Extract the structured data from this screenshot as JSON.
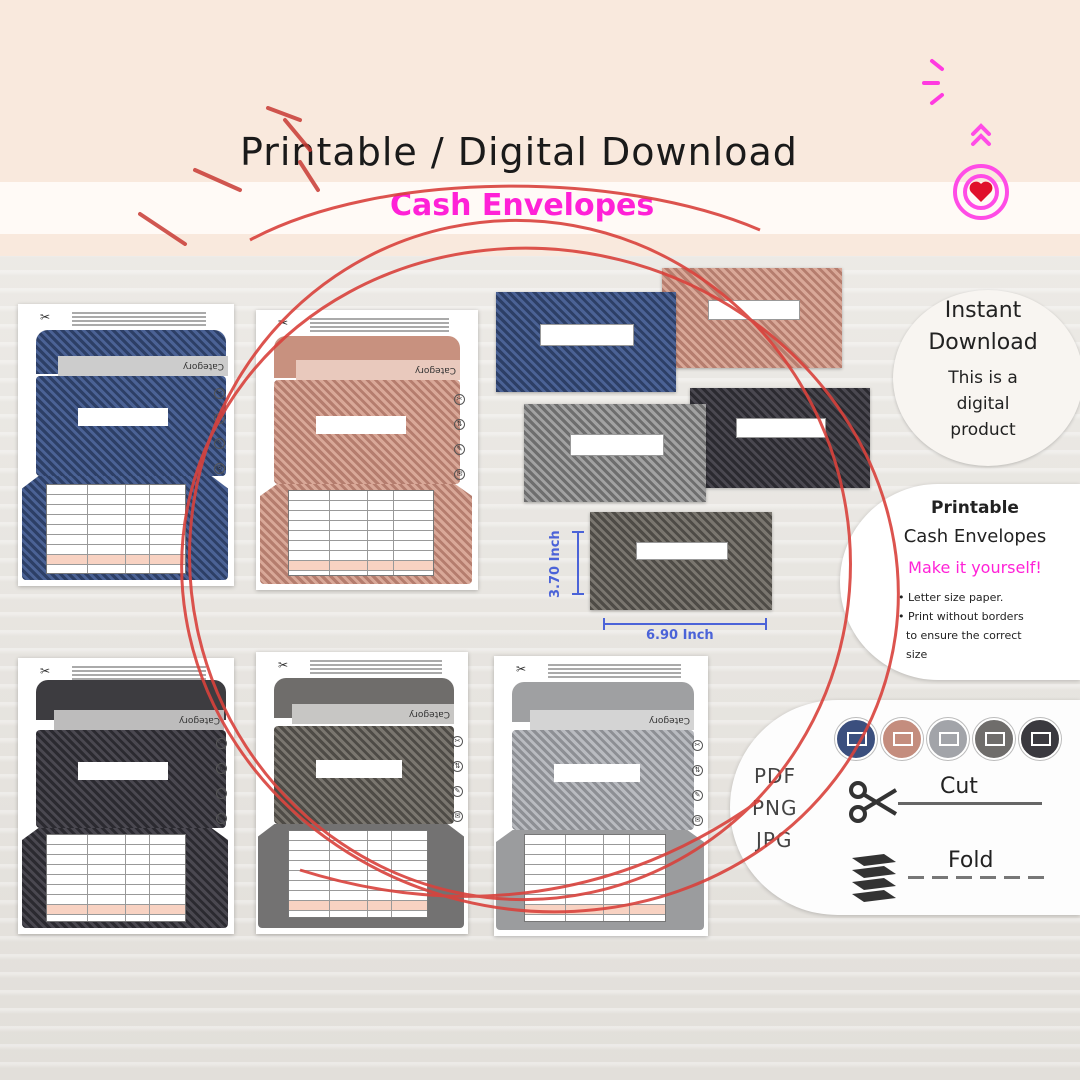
{
  "header": {
    "title": "Printable / Digital Download",
    "subtitle": "Cash Envelopes"
  },
  "sheets": [
    {
      "id": "blue",
      "category_label": "Category"
    },
    {
      "id": "rose",
      "category_label": "Category"
    },
    {
      "id": "dark",
      "category_label": "Category"
    },
    {
      "id": "taupe",
      "category_label": "Category"
    },
    {
      "id": "light",
      "category_label": "Category"
    }
  ],
  "dimensions": {
    "height": "3.70 Inch",
    "width": "6.90 Inch"
  },
  "instant": {
    "line1": "Instant",
    "line2": "Download",
    "line3": "This is a",
    "line4": "digital",
    "line5": "product"
  },
  "printable_card": {
    "title": "Printable",
    "subtitle": "Cash Envelopes",
    "tagline": "Make it yourself!",
    "bullets": [
      "Letter size paper.",
      "Print without borders",
      "to ensure the correct",
      "size"
    ]
  },
  "formats": [
    "PDF",
    "PNG",
    "JPG"
  ],
  "legend": {
    "cut": "Cut",
    "fold": "Fold"
  },
  "colors": {
    "accent_magenta": "#ff21d7",
    "dimension_blue": "#4b63d8",
    "swatches": [
      "#3b4f7e",
      "#c48d7e",
      "#a2a4a9",
      "#6f6d6b",
      "#3a393f"
    ]
  },
  "icons": {
    "neon": "heart-chevron-neon-icon",
    "cut": "scissors-icon",
    "fold": "folded-paper-icon",
    "envelope": "envelope-icon"
  }
}
